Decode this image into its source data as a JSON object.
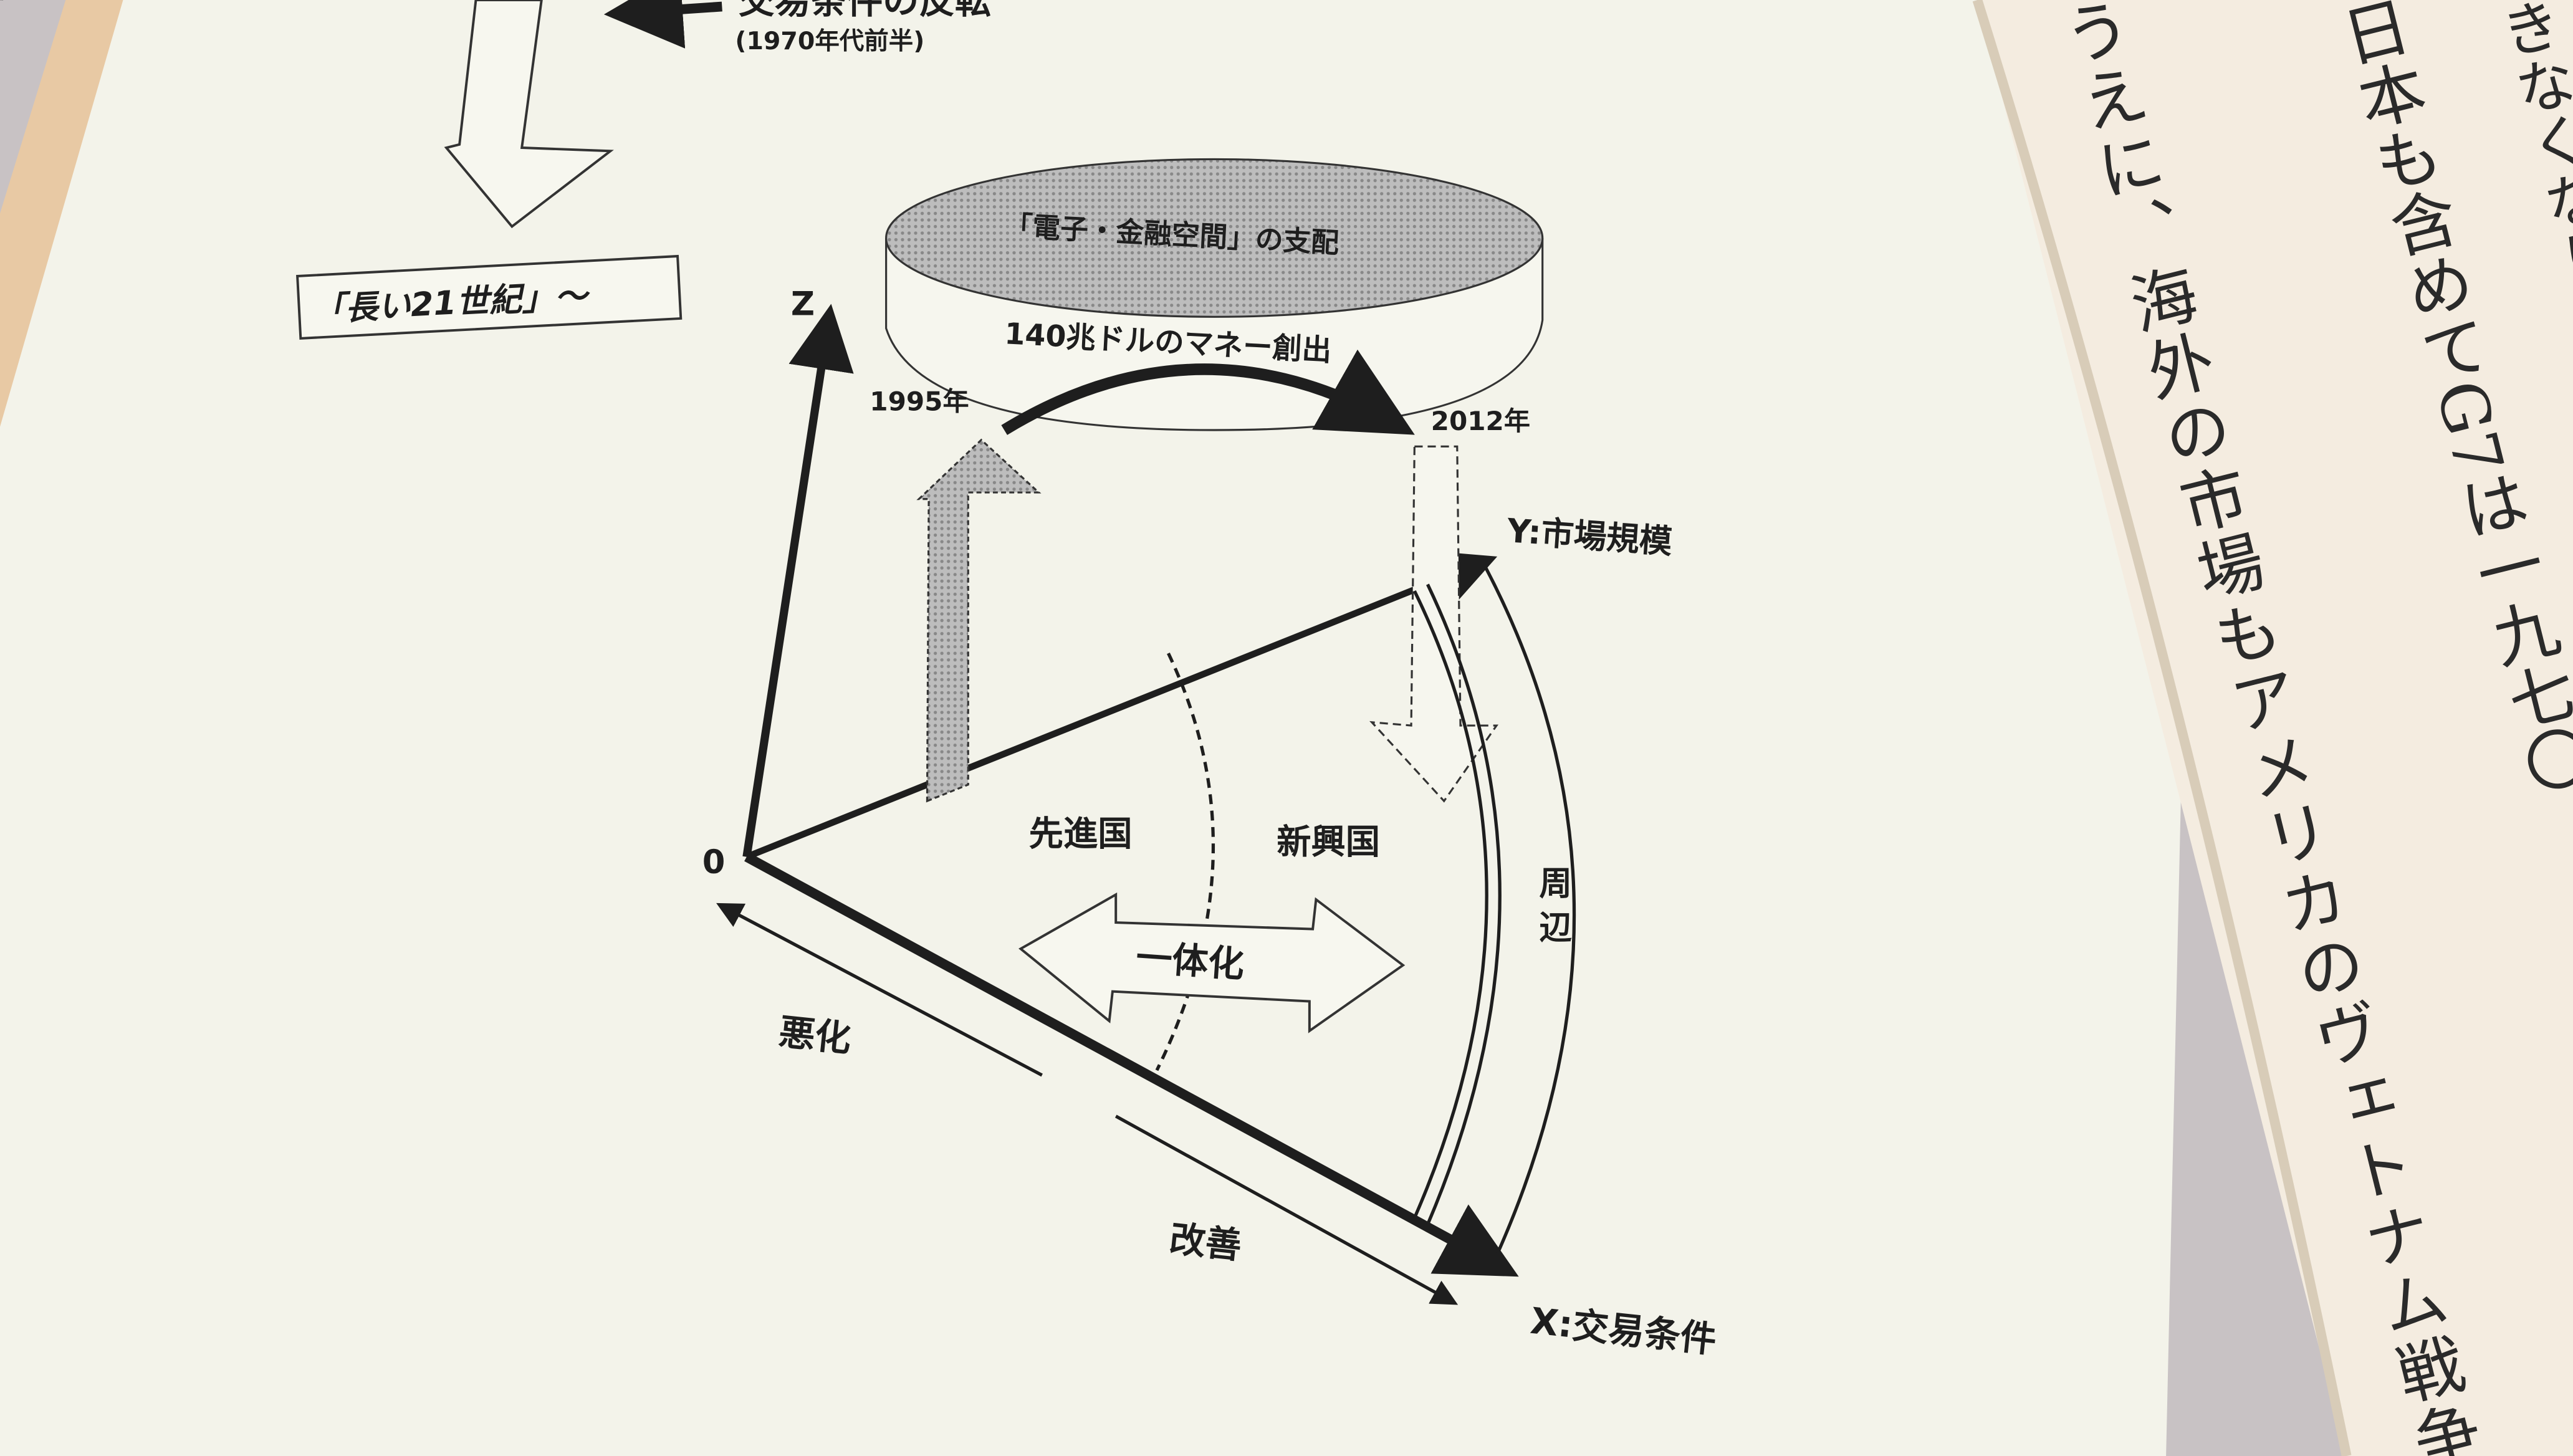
{
  "diagram": {
    "top_label": "交易条件の反転",
    "top_sublabel": "(1970年代前半)",
    "long_century_box": "「長い21世紀」〜",
    "cylinder_top": "「電子・金融空間」の支配",
    "cylinder_side": "140兆ドルのマネー創出",
    "year_start": "1995年",
    "year_end": "2012年",
    "axis_z": "Z",
    "axis_y": "Y:市場規模",
    "axis_x": "X:交易条件",
    "origin": "0",
    "region_developed": "先進国",
    "region_emerging": "新興国",
    "region_periphery": "周辺",
    "integration": "一体化",
    "worsen": "悪化",
    "improve": "改善"
  },
  "right_page": {
    "col1": "うえに、海外の市場もアメリカのヴェトナム戦争",
    "col2": "日本も含めてG7は一九七〇",
    "col3": "きなくなり"
  },
  "colors": {
    "paper": "#f3f3ea",
    "right_paper": "#f4ece0",
    "ink": "#1e1e1e",
    "cover": "#e8c9a4"
  }
}
